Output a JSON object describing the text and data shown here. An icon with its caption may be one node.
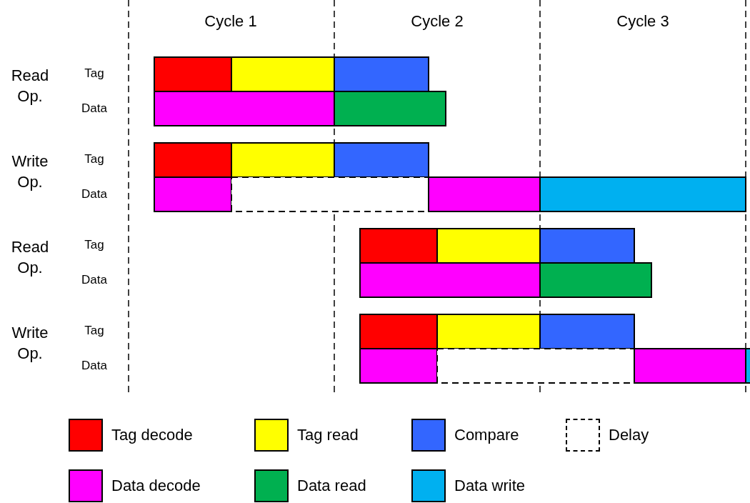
{
  "diagram": {
    "labels": [
      "Cycle 1",
      "Cycle 2",
      "Cycle 3",
      "Read Op.",
      "Tag",
      "Data",
      "Write Op.",
      "Tag",
      "Data",
      "Read Op.",
      "Tag",
      "Data",
      "Write Op.",
      "Tag",
      "Data"
    ],
    "legend": [
      {
        "text": "Tag decode",
        "color": "#ff0000"
      },
      {
        "text": "Tag read",
        "color": "#ffff00"
      },
      {
        "text": "Compare",
        "color": "#3366ff"
      },
      {
        "text": "Delay"
      },
      {
        "text": "Data decode",
        "color": "#ff00ff"
      },
      {
        "text": "Data read",
        "color": "#00b050"
      },
      {
        "text": "Data write",
        "color": "#00b0f0"
      }
    ]
  }
}
